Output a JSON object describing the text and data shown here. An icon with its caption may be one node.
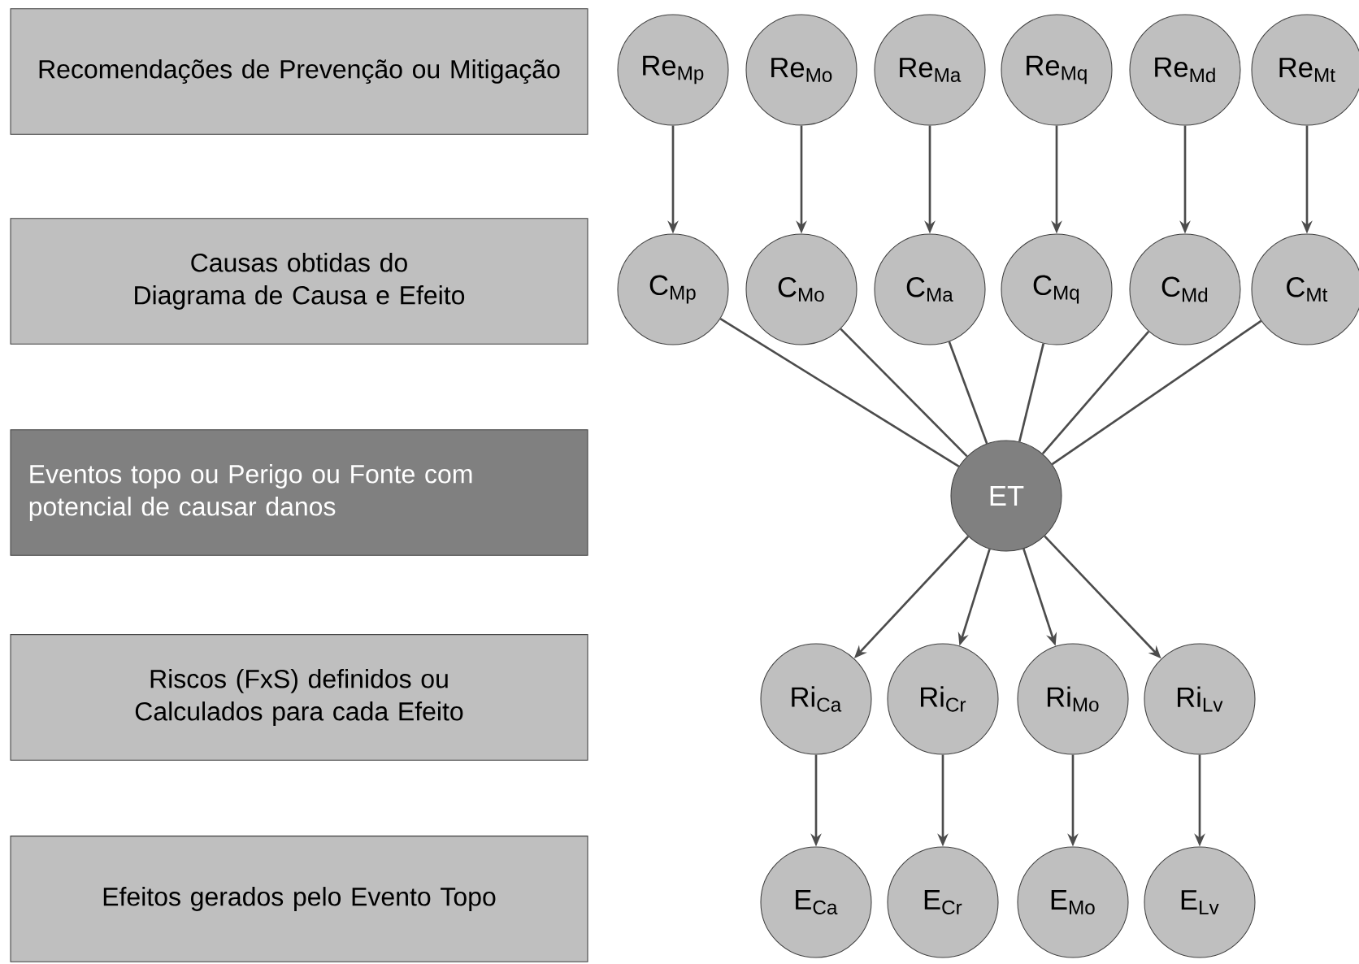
{
  "diagram": {
    "nodes": [
      {
        "text": [
          "Recomendações de Prevenção ou Mitigação"
        ]
      },
      {
        "text": [
          "Causas obtidas do Diagrama de Causa e Efeito"
        ]
      },
      {
        "text": [
          "Eventos topo ou Perigo ou Fonte com potencial de causar danos"
        ]
      },
      {
        "text": [
          "Riscos (FxS) definidos ou Calculados para cada Efeito"
        ]
      },
      {
        "text": [
          "Efeitos gerados pelo Evento Topo"
        ]
      },
      {
        "text": [
          "Re$_{Mp}$"
        ]
      },
      {
        "text": [
          "Re$_{Mo}$"
        ]
      },
      {
        "text": [
          "Re$_{Ma}$"
        ]
      },
      {
        "text": [
          "Re$_{Mq}$"
        ]
      },
      {
        "text": [
          "Re$_{Md}$"
        ]
      },
      {
        "text": [
          "Re$_{Mt}$"
        ]
      },
      {
        "text": [
          "C$_{Mp}$"
        ]
      },
      {
        "text": [
          "C$_{Mo}$"
        ]
      },
      {
        "text": [
          "C$_{Ma}$"
        ]
      },
      {
        "text": [
          "C$_{Mq}$"
        ]
      },
      {
        "text": [
          "C$_{Md}$"
        ]
      },
      {
        "text": [
          "C$_{Mt}$"
        ]
      },
      {
        "text": [
          "ET"
        ]
      },
      {
        "text": [
          "Ri$_{Ca}$"
        ]
      },
      {
        "text": [
          "Ri$_{Cr}$"
        ]
      },
      {
        "text": [
          "Ri$_{Mo}$"
        ]
      },
      {
        "text": [
          "Ri$_{Lv}$"
        ]
      },
      {
        "text": [
          "E$_{Ca}$"
        ]
      },
      {
        "text": [
          "E$_{Cr}$"
        ]
      },
      {
        "text": [
          "E$_{Mo}$"
        ]
      },
      {
        "text": [
          "E$_{Lv}$"
        ]
      }
    ],
    "edges": [
      {
        "from": 5,
        "to": 11,
        "arrow": "to"
      },
      {
        "from": 6,
        "to": 12,
        "arrow": "to"
      },
      {
        "from": 7,
        "to": 13,
        "arrow": "to"
      },
      {
        "from": 8,
        "to": 14,
        "arrow": "to"
      },
      {
        "from": 9,
        "to": 15,
        "arrow": "to"
      },
      {
        "from": 10,
        "to": 16,
        "arrow": "to"
      },
      {
        "from": 11,
        "to": 17,
        "arrow": "none"
      },
      {
        "from": 12,
        "to": 17,
        "arrow": "none"
      },
      {
        "from": 13,
        "to": 17,
        "arrow": "none"
      },
      {
        "from": 14,
        "to": 17,
        "arrow": "none"
      },
      {
        "from": 15,
        "to": 17,
        "arrow": "none"
      },
      {
        "from": 16,
        "to": 17,
        "arrow": "none"
      },
      {
        "from": 17,
        "to": 18,
        "arrow": "to"
      },
      {
        "from": 17,
        "to": 19,
        "arrow": "to"
      },
      {
        "from": 17,
        "to": 20,
        "arrow": "to"
      },
      {
        "from": 17,
        "to": 21,
        "arrow": "to"
      },
      {
        "from": 18,
        "to": 22,
        "arrow": "to"
      },
      {
        "from": 19,
        "to": 23,
        "arrow": "to"
      },
      {
        "from": 20,
        "to": 24,
        "arrow": "to"
      },
      {
        "from": 21,
        "to": 25,
        "arrow": "to"
      }
    ]
  }
}
